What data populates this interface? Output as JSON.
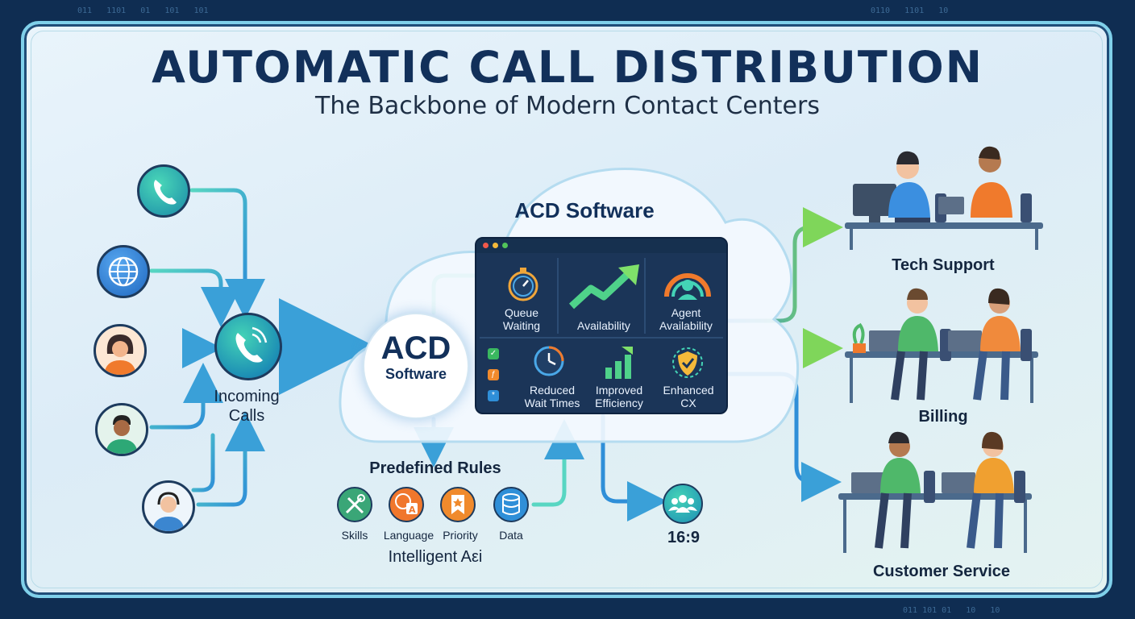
{
  "title": "AUTOMATIC CALL DISTRIBUTION",
  "subtitle": "The Backbone of Modern Contact Centers",
  "incoming": {
    "label_line1": "Incoming",
    "label_line2": "Calls"
  },
  "sources": [
    {
      "icon": "phone-icon"
    },
    {
      "icon": "globe-icon"
    },
    {
      "icon": "woman-avatar-icon"
    },
    {
      "icon": "man-avatar-icon"
    },
    {
      "icon": "headset-agent-avatar-icon"
    }
  ],
  "cloud": {
    "heading": "ACD Software",
    "core_title": "ACD",
    "core_subtitle": "Software"
  },
  "dashboard": {
    "tiles": [
      {
        "label_line1": "Queue",
        "label_line2": "Waiting",
        "icon": "stopwatch-icon"
      },
      {
        "label_line1": "",
        "label_line2": "Availability",
        "icon": "trend-up-arrow-icon"
      },
      {
        "label_line1": "Agent",
        "label_line2": "Availability",
        "icon": "agent-gauge-icon"
      },
      {
        "label_line1": "Reduced",
        "label_line2": "Wait Times",
        "icon": "clock-icon"
      },
      {
        "label_line1": "Improved",
        "label_line2": "Efficiency",
        "icon": "bar-growth-icon"
      },
      {
        "label_line1": "Enhanced",
        "label_line2": "CX",
        "icon": "shield-check-icon"
      }
    ],
    "side_icons": [
      "check-icon",
      "function-icon",
      "asterisk-icon"
    ]
  },
  "rules": {
    "heading": "Predefined Rules",
    "items": [
      {
        "label": "Skills",
        "icon": "tools-icon",
        "color": "#3aa677"
      },
      {
        "label": "Language",
        "icon": "language-icon",
        "color": "#f0772c"
      },
      {
        "label": "Priority",
        "icon": "priority-ribbon-icon",
        "color": "#f08a2c"
      },
      {
        "label": "Data",
        "icon": "database-icon",
        "color": "#2f8fd8"
      }
    ],
    "footer": "Intelligent Aεi"
  },
  "overflow": {
    "label": "16:9",
    "icon": "group-icon"
  },
  "teams": [
    {
      "label": "Tech Support"
    },
    {
      "label": "Billing"
    },
    {
      "label": "Customer Service"
    }
  ],
  "colors": {
    "frame_dark": "#0f2d52",
    "accent_teal": "#44d3b6",
    "accent_blue": "#2f8fd8",
    "arrow_green": "#7fd65a",
    "title_navy": "#12305a"
  }
}
